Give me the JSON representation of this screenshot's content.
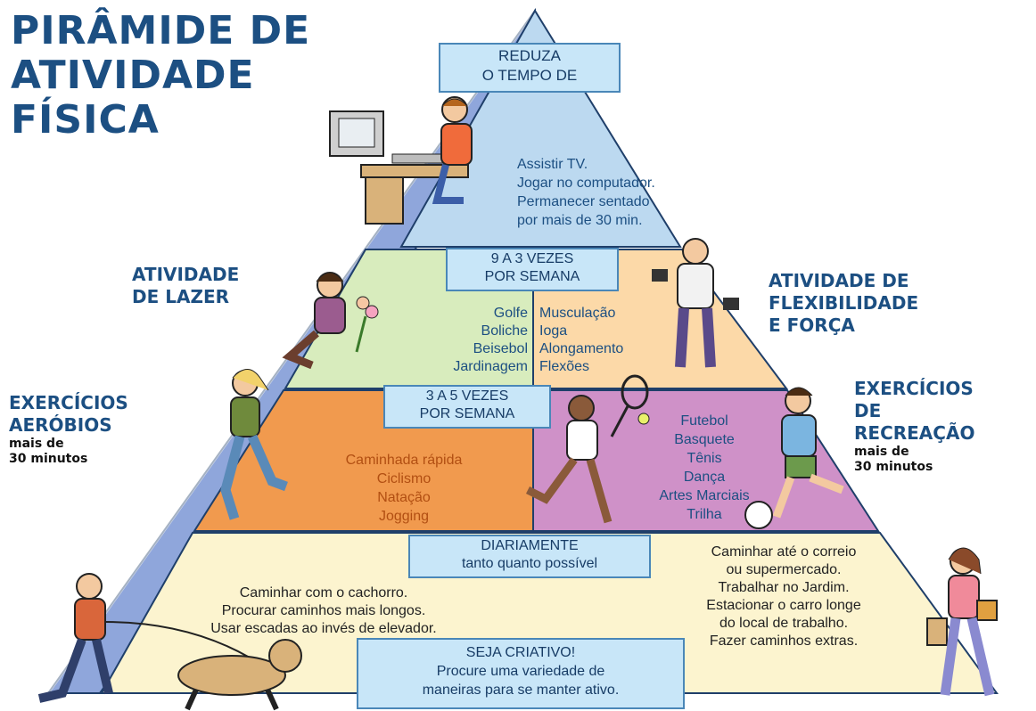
{
  "title": {
    "line1": "PIRÂMIDE DE",
    "line2": "ATIVIDADE",
    "line3": "FÍSICA"
  },
  "top_level": {
    "box": {
      "line1": "REDUZA",
      "line2": "O TEMPO DE"
    },
    "items": [
      "Assistir TV.",
      "Jogar no computador.",
      "Permanecer sentado",
      "por mais de 30 min."
    ]
  },
  "level_3": {
    "box": {
      "line1": "9 A 3 VEZES",
      "line2": "POR SEMANA"
    },
    "left_label": {
      "line1": "ATIVIDADE",
      "line2": "DE LAZER"
    },
    "right_label": {
      "line1": "ATIVIDADE DE",
      "line2": "FLEXIBILIDADE",
      "line3": "E FORÇA"
    },
    "left_items": [
      "Golfe",
      "Boliche",
      "Beisebol",
      "Jardinagem"
    ],
    "right_items": [
      "Musculação",
      "Ioga",
      "Alongamento",
      "Flexões"
    ]
  },
  "level_2": {
    "box": {
      "line1": "3 A 5 VEZES",
      "line2": "POR SEMANA"
    },
    "left_label": {
      "line1": "EXERCÍCIOS",
      "line2": "AERÓBIOS",
      "line3": "mais de",
      "line4": "30 minutos"
    },
    "right_label": {
      "line1": "EXERCÍCIOS",
      "line2": "DE",
      "line3": "RECREAÇÃO",
      "line4": "mais de",
      "line5": "30 minutos"
    },
    "left_items": [
      "Caminhada rápida",
      "Ciclismo",
      "Natação",
      "Jogging"
    ],
    "right_items": [
      "Futebol",
      "Basquete",
      "Tênis",
      "Dança",
      "Artes Marciais",
      "Trilha"
    ]
  },
  "level_1": {
    "box": {
      "line1": "DIARIAMENTE",
      "line2": "tanto quanto possível"
    },
    "left_items": [
      "Caminhar com o cachorro.",
      "Procurar caminhos mais longos.",
      "Usar escadas ao invés de elevador."
    ],
    "right_items": [
      "Caminhar até o correio",
      "ou supermercado.",
      "Trabalhar no Jardim.",
      "Estacionar o carro longe",
      "do local de trabalho.",
      "Fazer caminhos extras."
    ]
  },
  "footer_box": {
    "line1": "SEJA CRIATIVO!",
    "line2": "Procure uma variedade de",
    "line3": "maneiras para se manter ativo."
  },
  "colors": {
    "title": "#1c4f82",
    "top_level": "#bcd9f0",
    "level_3_left": "#d8ecbd",
    "level_3_right": "#fcd9a8",
    "level_2_left": "#f19a4e",
    "level_2_right": "#cf91c8",
    "level_1": "#fcf4cf",
    "box": "#c8e6f8",
    "side_band": "#8fa6db"
  },
  "illustrations": [
    "computer-user",
    "gardener",
    "weightlifter",
    "jogger",
    "tennis-player",
    "soccer-player",
    "dog-walker",
    "dog",
    "shopper"
  ]
}
